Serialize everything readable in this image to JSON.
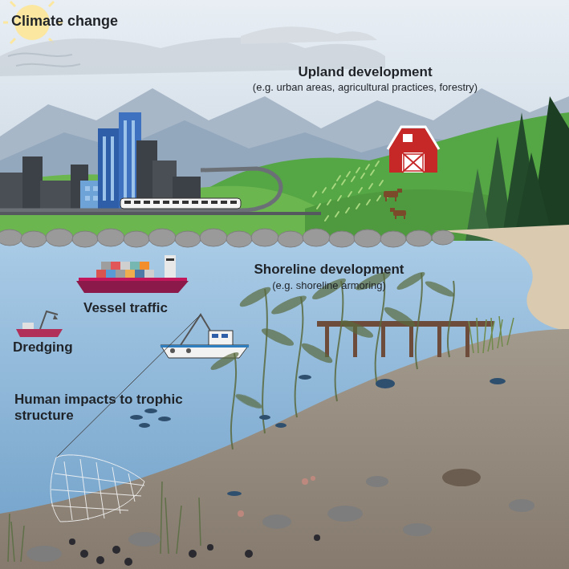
{
  "diagram": {
    "labels": [
      "Climate change",
      "Upland development",
      "(e.g. urban areas, agricultural practices, forestry)",
      "Shoreline development",
      "(e.g. shoreline armoring)",
      "Vessel traffic",
      "Dredging",
      "Human impacts to trophic structure"
    ]
  }
}
